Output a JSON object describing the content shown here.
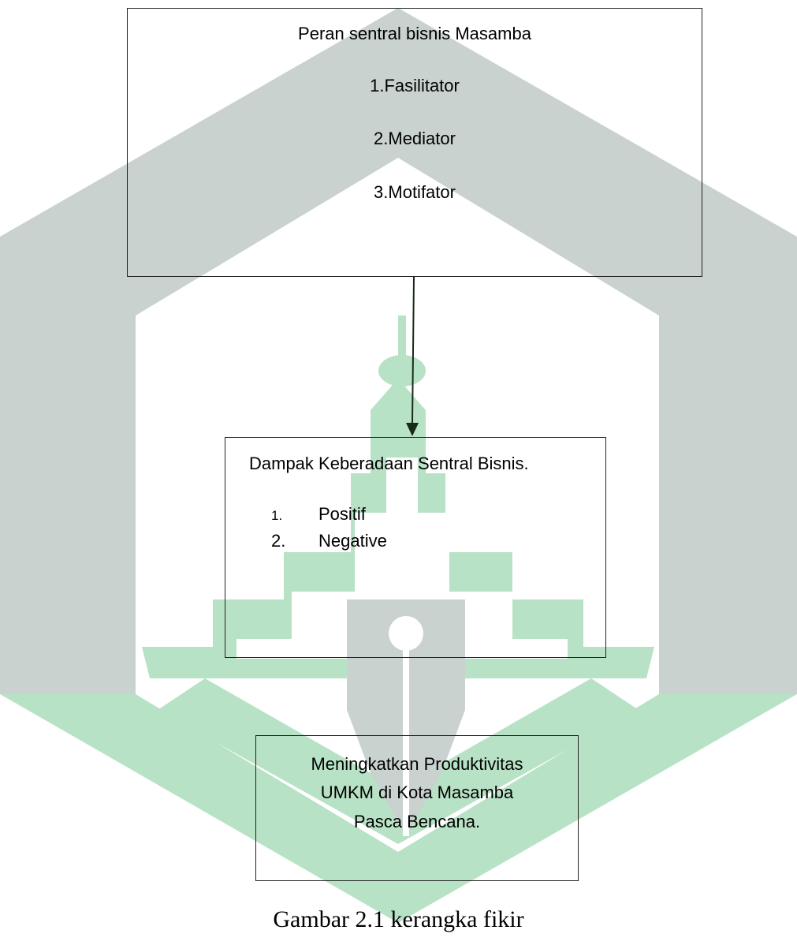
{
  "box_top": {
    "title": "Peran sentral bisnis Masamba",
    "items": [
      "1.Fasilitator",
      "2.Mediator",
      "3.Motifator"
    ]
  },
  "box_middle": {
    "title": "Dampak Keberadaan Sentral Bisnis.",
    "items": [
      {
        "num": "1.",
        "label": "Positif"
      },
      {
        "num": "2.",
        "label": "Negative"
      }
    ]
  },
  "box_bottom": {
    "lines": [
      "Meningkatkan Produktivitas",
      "UMKM di Kota Masamba",
      "Pasca Bencana."
    ]
  },
  "caption": "Gambar 2.1 kerangka fikir",
  "colors": {
    "watermark_gray": "#c9d2ce",
    "watermark_green": "#b8e2c6",
    "border": "#222222",
    "arrow": "#1a2a1a"
  }
}
